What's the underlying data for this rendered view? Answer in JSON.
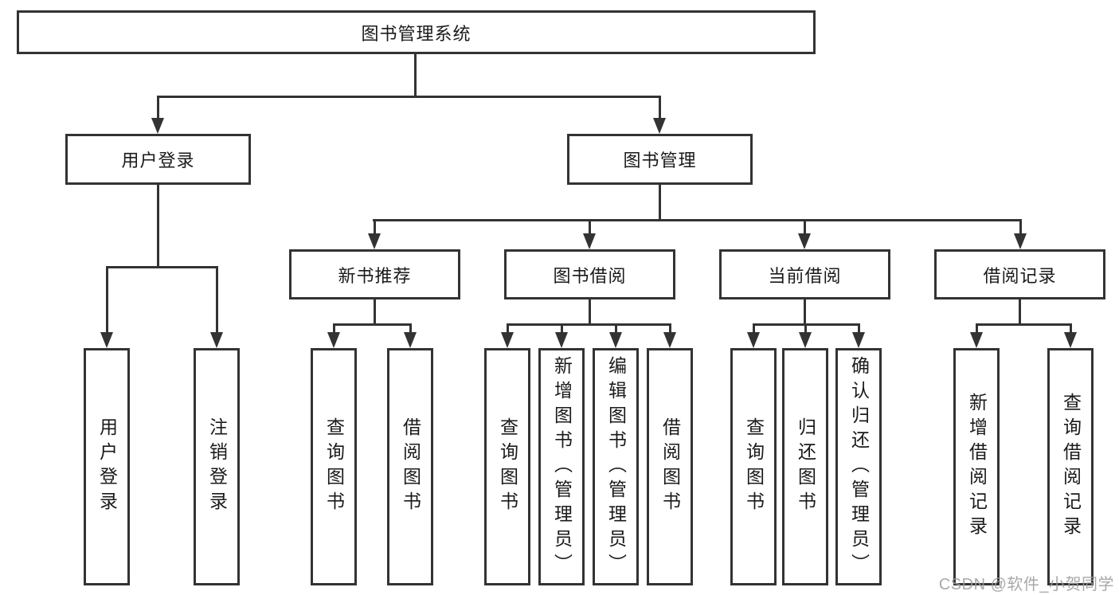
{
  "nodes": {
    "root": "图书管理系统",
    "level2": [
      "用户登录",
      "图书管理"
    ],
    "level3": [
      "新书推荐",
      "图书借阅",
      "当前借阅",
      "借阅记录"
    ],
    "leaves": [
      "用户登录",
      "注销登录",
      "查询图书",
      "借阅图书",
      "查询图书",
      "新增图书（管理员）",
      "编辑图书（管理员）",
      "借阅图书",
      "查询图书",
      "归还图书",
      "确认归还（管理员）",
      "新增借阅记录",
      "查询借阅记录"
    ]
  },
  "hierarchy": {
    "图书管理系统": [
      "用户登录",
      "图书管理"
    ],
    "用户登录": [
      "用户登录",
      "注销登录"
    ],
    "图书管理": [
      "新书推荐",
      "图书借阅",
      "当前借阅",
      "借阅记录"
    ],
    "新书推荐": [
      "查询图书",
      "借阅图书"
    ],
    "图书借阅": [
      "查询图书",
      "新增图书（管理员）",
      "编辑图书（管理员）",
      "借阅图书"
    ],
    "当前借阅": [
      "查询图书",
      "归还图书",
      "确认归还（管理员）"
    ],
    "借阅记录": [
      "新增借阅记录",
      "查询借阅记录"
    ]
  },
  "watermark": "CSDN @软件_小贺同学",
  "colors": {
    "line": "#333333",
    "box_border": "#333333",
    "box_fill": "#ffffff",
    "text": "#1a1a1a",
    "watermark": "#9d9d9d",
    "background": "#ffffff"
  }
}
